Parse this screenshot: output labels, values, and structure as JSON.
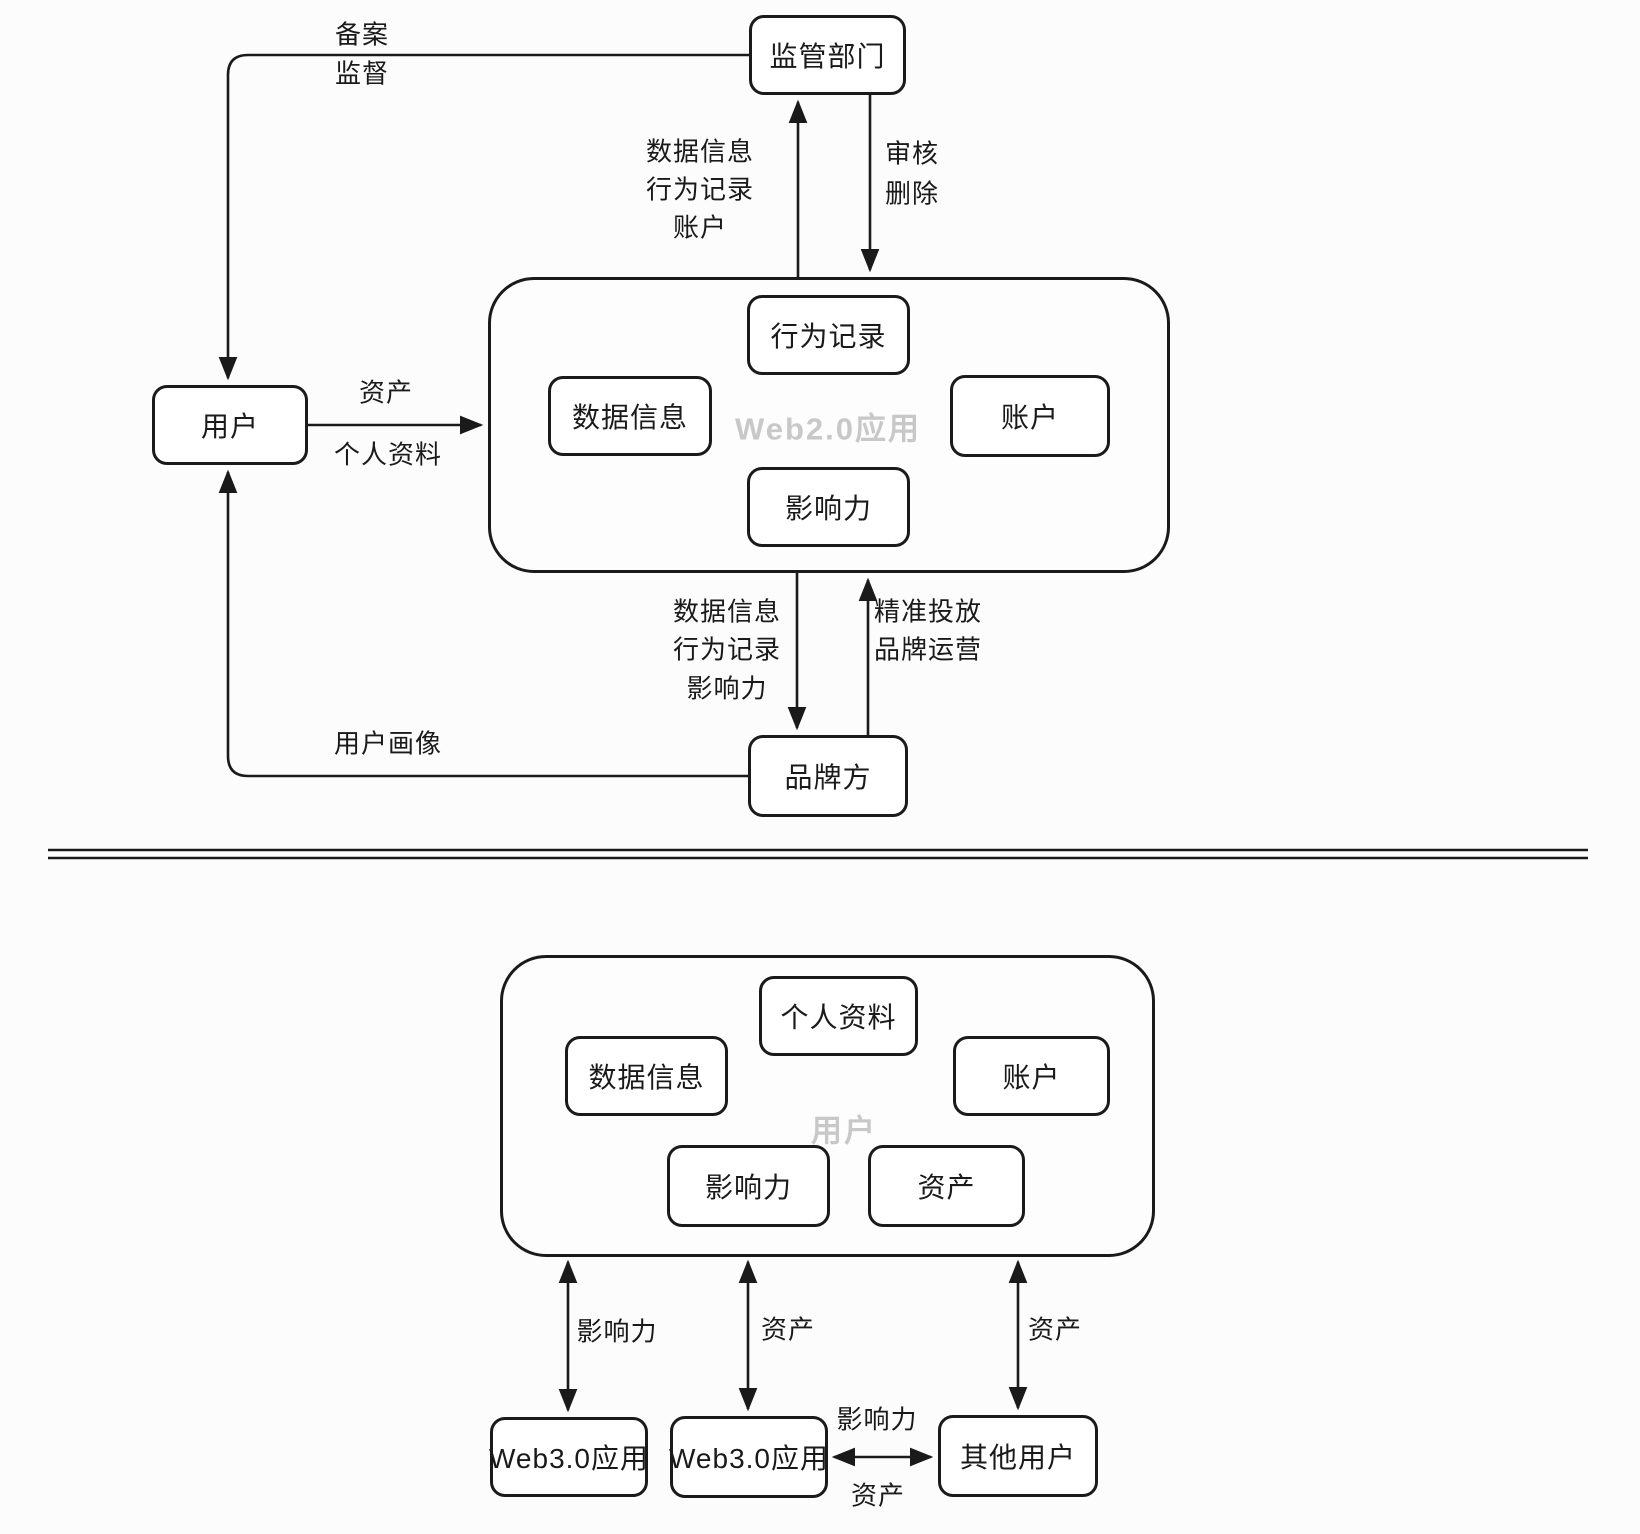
{
  "colors": {
    "line": "#1a1a1a",
    "box_border": "#1a1a1a",
    "box_background": "#ffffff",
    "ghost_label": "#c8c8c8",
    "background": "#fcfcfc"
  },
  "top_section": {
    "regulator": "监管部门",
    "user": "用户",
    "app_ghost_label": "Web2.0应用",
    "items": {
      "behavior": "行为记录",
      "data": "数据信息",
      "account": "账户",
      "influence": "影响力"
    },
    "brand": "品牌方",
    "edge_labels": {
      "filing": "备案",
      "supervise": "监督",
      "report_line1": "数据信息",
      "report_line2": "行为记录",
      "report_line3": "账户",
      "audit": "审核",
      "delete": "删除",
      "asset": "资产",
      "profile": "个人资料",
      "to_brand_line1": "数据信息",
      "to_brand_line2": "行为记录",
      "to_brand_line3": "影响力",
      "precise_ads": "精准投放",
      "brand_ops": "品牌运营",
      "portrait": "用户画像"
    }
  },
  "bottom_section": {
    "user_ghost_label": "用户",
    "items": {
      "profile": "个人资料",
      "data": "数据信息",
      "account": "账户",
      "influence": "影响力",
      "asset": "资产"
    },
    "web3_left": "Web3.0应用",
    "web3_mid": "Web3.0应用",
    "other_users": "其他用户",
    "edge_labels": {
      "influence_left": "影响力",
      "asset_mid": "资产",
      "asset_right": "资产",
      "p2p_influence": "影响力",
      "p2p_asset": "资产"
    }
  }
}
